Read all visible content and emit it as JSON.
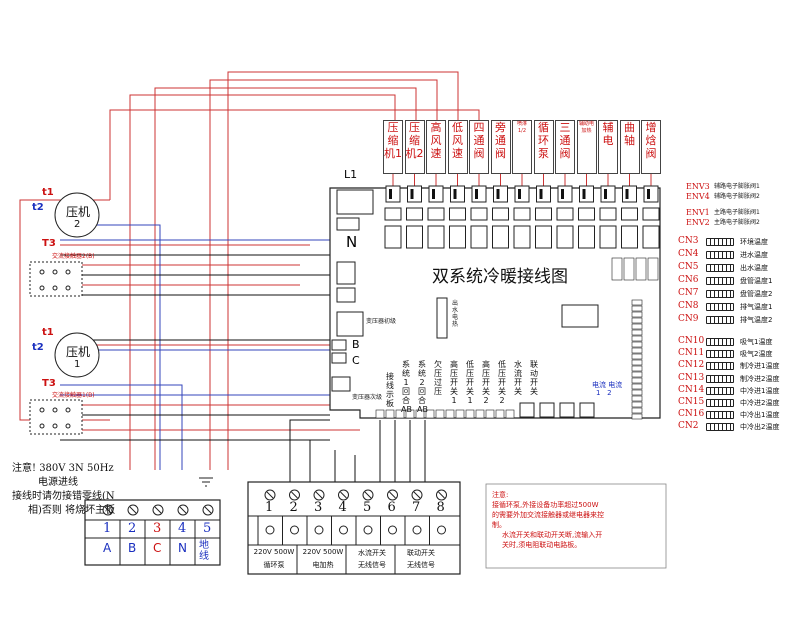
{
  "title": "双系统冷暖接线图",
  "board": {
    "l1": "L1",
    "n": "N",
    "b": "B",
    "c": "C",
    "transformer_primary": "变压器初级",
    "transformer_secondary": "变压器次级",
    "flow_label": "电流 电流",
    "flow_numbers": "1   2",
    "side_note": "出水电热"
  },
  "relays": [
    {
      "label": "压缩机1"
    },
    {
      "label": "压缩机2"
    },
    {
      "label": "高风速"
    },
    {
      "label": "低风速"
    },
    {
      "label": "四通阀"
    },
    {
      "label": "旁通阀"
    },
    {
      "label": "喷淋1/2"
    },
    {
      "label": "循环泵"
    },
    {
      "label": "三通阀"
    },
    {
      "label": "辅助电加热"
    },
    {
      "label": "辅电"
    },
    {
      "label": "曲轴"
    },
    {
      "label": "增焓阀"
    }
  ],
  "switch_labels": [
    "接线示板",
    "系统1回合AB",
    "系统2回合AB",
    "欠压过压",
    "高压开关1",
    "低压开关1",
    "高压开关2",
    "低压开关2",
    "水流开关",
    "联动开关"
  ],
  "compressors": [
    {
      "name": "压机",
      "num": "2",
      "t1": "t1",
      "t2": "t2",
      "t3": "T3",
      "contactor": "交流接触器2(B)"
    },
    {
      "name": "压机",
      "num": "1",
      "t1": "t1",
      "t2": "t2",
      "t3": "T3",
      "contactor": "交流接触器1(B)"
    }
  ],
  "envs": [
    {
      "code": "ENV3",
      "desc": "辅路电子膨胀阀1"
    },
    {
      "code": "ENV4",
      "desc": "辅路电子膨胀阀2"
    },
    {
      "code": "ENV1",
      "desc": "主路电子膨胀阀1"
    },
    {
      "code": "ENV2",
      "desc": "主路电子膨胀阀2"
    }
  ],
  "sensors": [
    {
      "cn": "CN3",
      "desc": "环境温度"
    },
    {
      "cn": "CN4",
      "desc": "进水温度"
    },
    {
      "cn": "CN5",
      "desc": "出水温度"
    },
    {
      "cn": "CN6",
      "desc": "盘管温度1"
    },
    {
      "cn": "CN7",
      "desc": "盘管温度2"
    },
    {
      "cn": "CN8",
      "desc": "排气温度1"
    },
    {
      "cn": "CN9",
      "desc": "排气温度2"
    },
    {
      "cn": "CN10",
      "desc": "吸气1温度"
    },
    {
      "cn": "CN11",
      "desc": "吸气2温度"
    },
    {
      "cn": "CN12",
      "desc": "制冷进1温度"
    },
    {
      "cn": "CN13",
      "desc": "制冷进2温度"
    },
    {
      "cn": "CN14",
      "desc": "中冷进1温度"
    },
    {
      "cn": "CN15",
      "desc": "中冷进2温度"
    },
    {
      "cn": "CN16",
      "desc": "中冷出1温度"
    },
    {
      "cn": "CN2",
      "desc": "中冷出2温度"
    }
  ],
  "left_note": {
    "line1": "注意! 380V 3N 50Hz",
    "line2": "电源进线",
    "line3": "接线时请勿接错零线(N",
    "line4": "相)否则  将烧坏主板"
  },
  "power_terminal": {
    "numbers": [
      "1",
      "2",
      "3",
      "4",
      "5"
    ],
    "labels": [
      "A",
      "B",
      "C",
      "N",
      "地线"
    ]
  },
  "load_terminal": {
    "numbers": [
      "1",
      "2",
      "3",
      "4",
      "5",
      "6",
      "7",
      "8"
    ],
    "groups": [
      {
        "top": "220V 500W",
        "bottom": "循环泵"
      },
      {
        "top": "220V 500W",
        "bottom": "电加热"
      },
      {
        "top": "水流开关",
        "bottom": "无线信号"
      },
      {
        "top": "联动开关",
        "bottom": "无线信号"
      }
    ]
  },
  "right_note": {
    "title": "注意:",
    "line1": "接循环泵,外接设备功率超过500W",
    "line2": "的需要外加交流接触器或继电器来控",
    "line3": "制。",
    "line4": "水流开关和联动开关断,流输入开",
    "line5": "关时,须电阻联动电路板。"
  },
  "colors": {
    "wire": "#cc3333",
    "neutral": "#3344bb",
    "black": "#111111",
    "accent": "#cc1111"
  }
}
